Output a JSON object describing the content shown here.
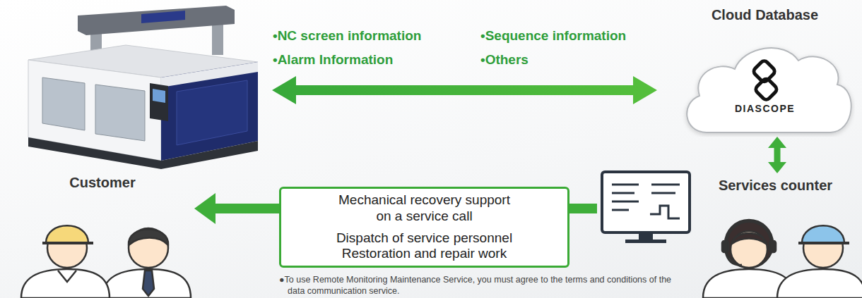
{
  "diagram": {
    "nodes": [
      {
        "text": [
          "Cloud Database",
          "DIASCOPE"
        ]
      },
      {
        "text": [
          "Customer"
        ]
      },
      {
        "text": [
          "Mechanical recovery support on a service call",
          "Dispatch of service personnel Restoration and repair work"
        ]
      },
      {
        "text": [
          "Services counter"
        ]
      }
    ],
    "edges": [
      {
        "from": 0,
        "to": 3,
        "arrow": "both"
      },
      {
        "from": 3,
        "to": 2,
        "arrow": "none"
      },
      {
        "from": 2,
        "to": 1,
        "arrow": "to"
      }
    ],
    "labels": [
      "•NC screen information",
      "•Sequence information",
      "•Alarm Information",
      "•Others",
      "●To use Remote Monitoring Maintenance Service, you must agree to the terms and conditions of the data communication service."
    ]
  }
}
